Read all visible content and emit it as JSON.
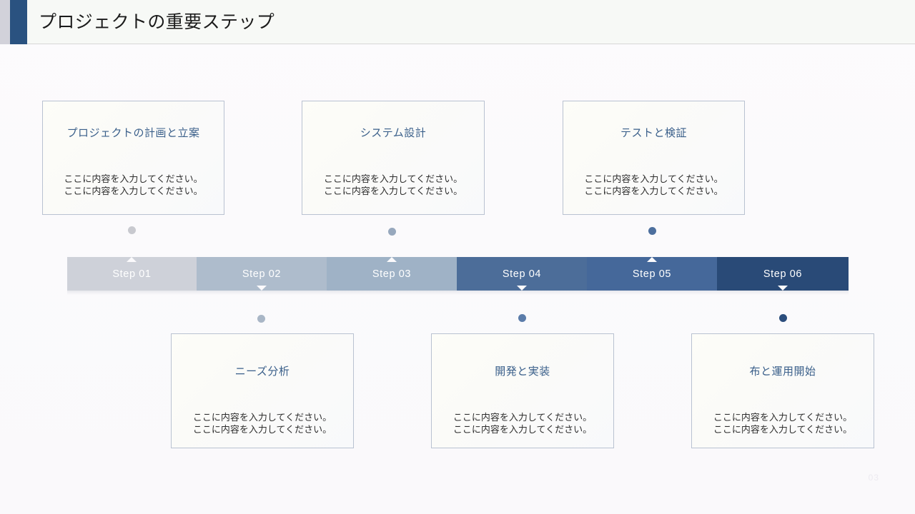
{
  "header": {
    "title": "プロジェクトの重要ステップ",
    "accent_color": "#2a5280",
    "background_color": "#f7f9f6"
  },
  "cards_top": [
    {
      "title": "プロジェクトの計画と立案",
      "body_line1": "ここに内容を入力してください。",
      "body_line2": "ここに内容を入力してください。"
    },
    {
      "title": "システム設計",
      "body_line1": "ここに内容を入力してください。",
      "body_line2": "ここに内容を入力してください。"
    },
    {
      "title": "テストと検証",
      "body_line1": "ここに内容を入力してください。",
      "body_line2": "ここに内容を入力してください。"
    }
  ],
  "cards_bottom": [
    {
      "title": "ニーズ分析",
      "body_line1": "ここに内容を入力してください。",
      "body_line2": "ここに内容を入力してください。"
    },
    {
      "title": "開発と実装",
      "body_line1": "ここに内容を入力してください。",
      "body_line2": "ここに内容を入力してください。"
    },
    {
      "title": "布と運用開始",
      "body_line1": "ここに内容を入力してください。",
      "body_line2": "ここに内容を入力してください。"
    }
  ],
  "steps": [
    {
      "label": "Step 01",
      "color": "#ced1d9",
      "dot_color": "#c8c9cf"
    },
    {
      "label": "Step 02",
      "color": "#aebccc",
      "dot_color": "#a9b6c6"
    },
    {
      "label": "Step 03",
      "color": "#9fb2c6",
      "dot_color": "#97a8bd"
    },
    {
      "label": "Step 04",
      "color": "#4c6d99",
      "dot_color": "#5b7caa"
    },
    {
      "label": "Step 05",
      "color": "#45689a",
      "dot_color": "#4d6f9e"
    },
    {
      "label": "Step 06",
      "color": "#294a77",
      "dot_color": "#2b4d7c"
    }
  ],
  "footer": {
    "page_number": "03"
  }
}
